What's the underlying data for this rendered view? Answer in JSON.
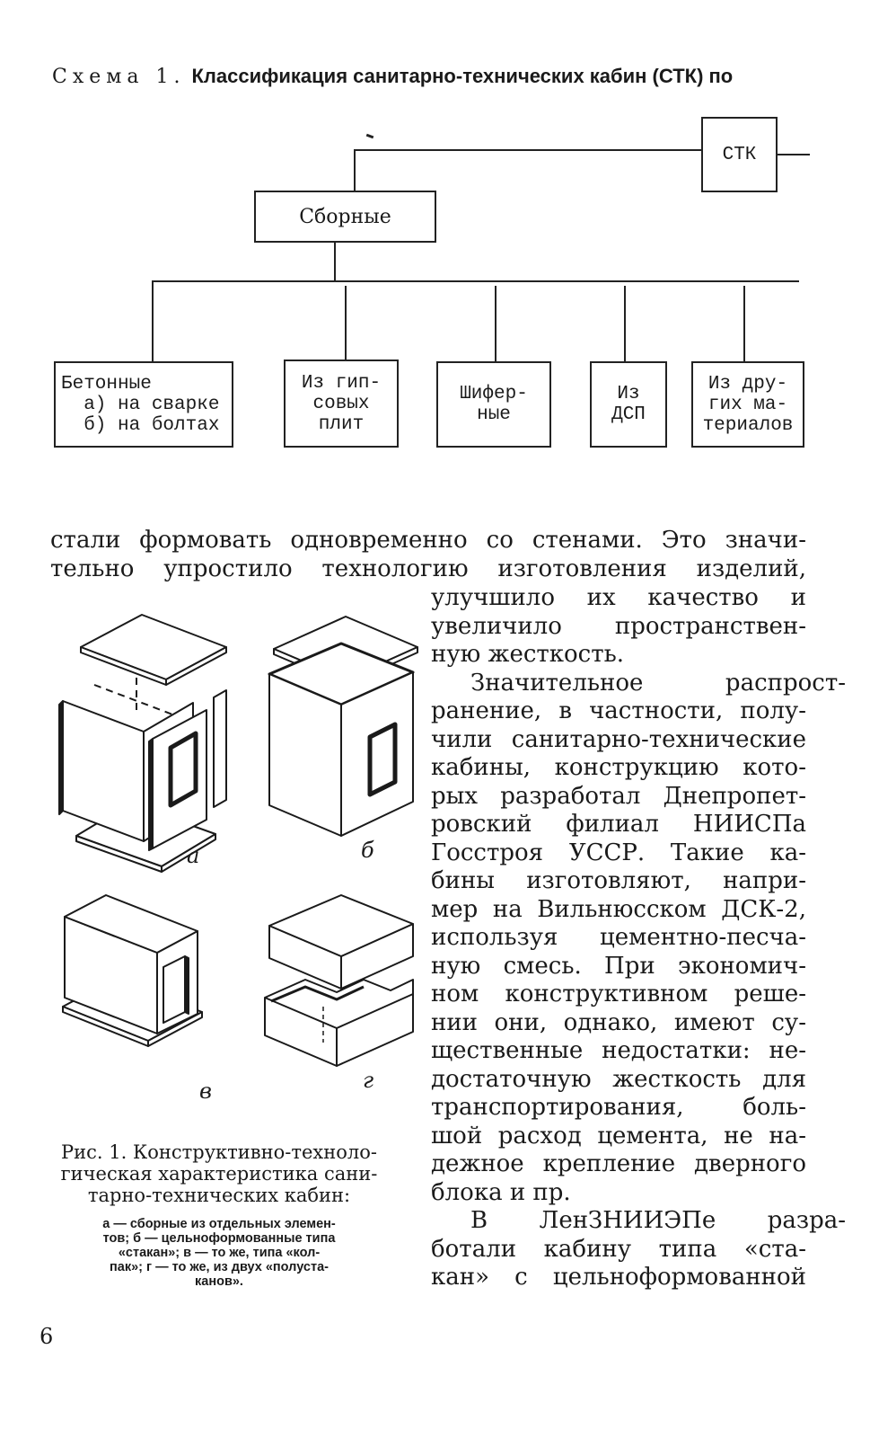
{
  "heading": {
    "lead": "Схема 1.",
    "title": "Классификация санитарно-технических кабин (СТК) по"
  },
  "diagram": {
    "root": "СТК",
    "branch": "Сборные",
    "leaves": [
      "Бетонные\n  а) на сварке\n  б) на болтах",
      "Из гип-\nсовых\nплит",
      "Шифер-\nные",
      "Из\nДСП",
      "Из дру-\nгих ма-\nтериалов"
    ]
  },
  "body": {
    "lines_full": [
      "стали формовать одновременно со стенами. Это значи-",
      "тельно упростило технологию изготовления изделий,"
    ],
    "lines_column": [
      "улучшило их качество и",
      "увеличило пространствен-",
      "ную жесткость.",
      "Значительное распрост-",
      "ранение, в частности, полу-",
      "чили санитарно-технические",
      "кабины, конструкцию кото-",
      "рых разработал Днепропет-",
      "ровский филиал НИИСПа",
      "Госстроя УССР. Такие ка-",
      "бины изготовляют, напри-",
      "мер на Вильнюсском ДСК-2,",
      "используя цементно-песча-",
      "ную смесь. При экономич-",
      "ном конструктивном реше-",
      "нии они, однако, имеют су-",
      "щественные недостатки: не-",
      "достаточную жесткость для",
      "транспортирования, боль-",
      "шой расход цемента, не на-",
      "дежное крепление дверного",
      "блока и пр.",
      "В ЛенЗНИИЭПе разра-",
      "ботали кабину типа «ста-",
      "кан» с цельноформованной"
    ]
  },
  "figure": {
    "labels": [
      "а",
      "б",
      "в",
      "г"
    ],
    "caption_title": "Рис. 1. Конструктивно-техноло-\nгическая характеристика сани-\nтарно-технических кабин:",
    "caption_notes": "а — сборные из отдельных элемен-\nтов; б — цельноформованные типа\n«стакан»; в — то же, типа «кол-\nпак»; г — то же, из двух «полуста-\nканов»."
  },
  "page_number": "6"
}
